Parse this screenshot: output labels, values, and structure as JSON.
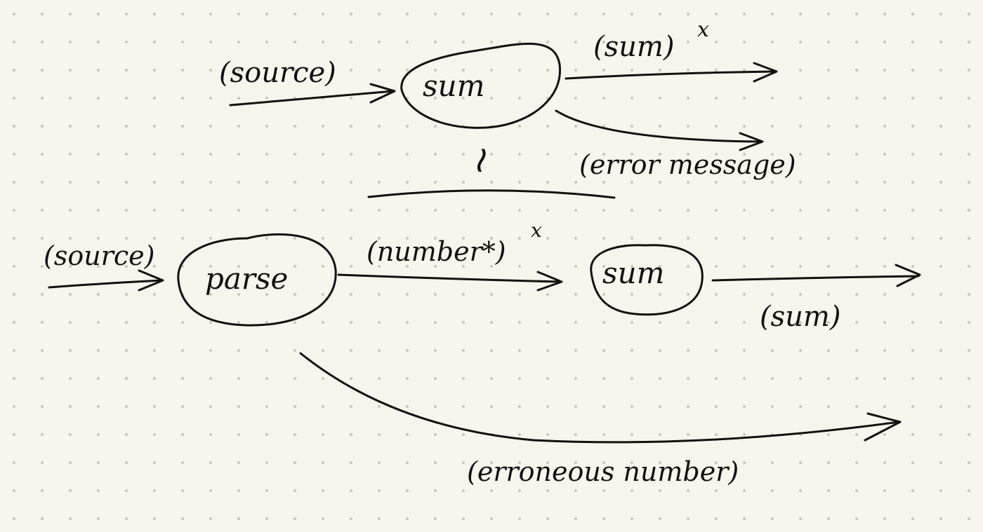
{
  "colors": {
    "background": "#f8f6ec",
    "dot": "#c9c6b8",
    "ink": "#111111"
  },
  "top": {
    "input_label": "(source)",
    "node_label": "sum",
    "output_label": "(sum)",
    "output_superscript": "x",
    "error_label": "(error message)"
  },
  "transform_marker": "≀",
  "bottom": {
    "input_label": "(source)",
    "parse_node_label": "parse",
    "middle_label": "(number*)",
    "middle_superscript": "x",
    "sum_node_label": "sum",
    "output_label": "(sum)",
    "error_label": "(erroneous number)"
  }
}
